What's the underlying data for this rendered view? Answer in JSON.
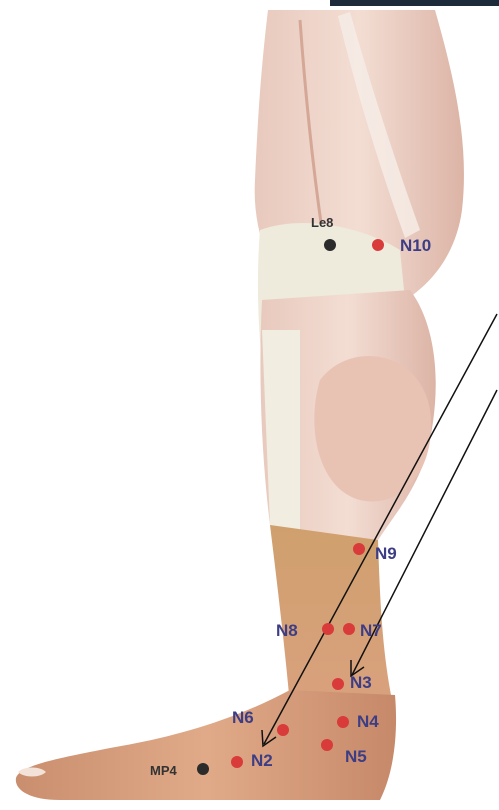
{
  "points": {
    "le8": "Le8",
    "n10": "N10",
    "n9": "N9",
    "n8": "N8",
    "n7": "N7",
    "n3": "N3",
    "n6": "N6",
    "n4": "N4",
    "n5": "N5",
    "n2": "N2",
    "mp4": "MP4"
  },
  "colors": {
    "acupoint": "#d93a3a",
    "reference_point": "#2b2b2b",
    "label": "#3d3d85",
    "arrow": "#111111"
  }
}
